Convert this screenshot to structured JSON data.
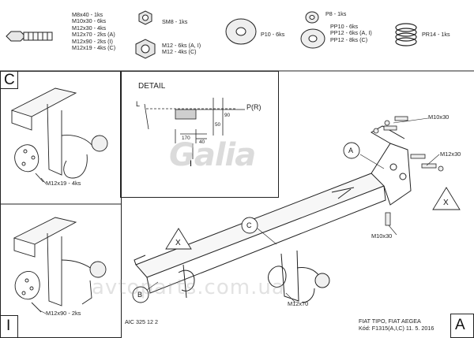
{
  "parts": {
    "bolts": [
      "M8x40 - 1ks",
      "M10x30 - 6ks",
      "M12x30 - 4ks",
      "M12x70 - 2ks (A)",
      "M12x90 - 2ks (I)",
      "M12x19 - 4ks (C)"
    ],
    "nuts": [
      "SM8 - 1ks",
      "M12 - 6ks (A, I)",
      "M12 - 4ks (C)"
    ],
    "washer_p10": "P10 - 6ks",
    "washers_pp": [
      "P8 - 1ks",
      "PP10 - 6ks",
      "PP12 - 6ks (A, I)",
      "PP12 - 8ks (C)"
    ],
    "spring": "PR14 - 1ks"
  },
  "variants": {
    "c": "C",
    "i": "I",
    "a": "A"
  },
  "detail": {
    "title": "DETAIL",
    "l": "L",
    "pr": "P(R)",
    "dim_90": "90",
    "dim_50": "50",
    "dim_170": "170",
    "dim_40": "40"
  },
  "callouts": {
    "c_left_bolt": "M12x19 - 4ks",
    "i_left_bolt": "M12x90 - 2ks",
    "right_m10_top": "M10x30",
    "right_m12": "M12x30",
    "right_m10_bottom": "M10x30",
    "center_m12": "M12x70",
    "letter_a": "A",
    "letter_b": "B",
    "letter_c": "C",
    "letter_x": "X",
    "letter_x2": "X",
    "letter_i_small": "I"
  },
  "footer": {
    "doc_code": "AIC 325 12 2",
    "models": "FIAT TIPO, FIAT AEGEA",
    "kod": "Kód: F1315(A,I,C)  11. 5. 2016"
  },
  "watermark": {
    "logo": "Galia",
    "site": "avtoparts.com.ua"
  }
}
